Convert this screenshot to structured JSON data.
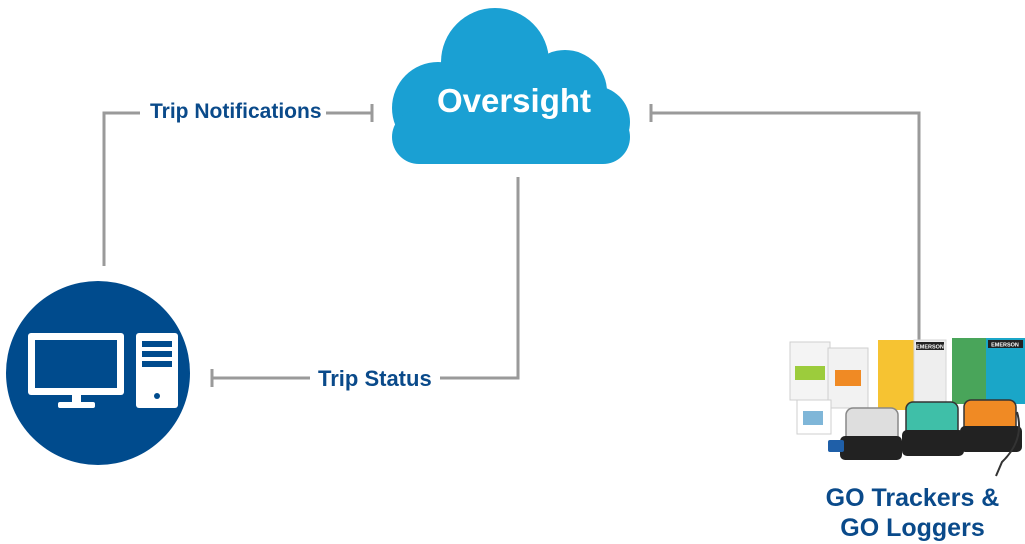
{
  "colors": {
    "brand_blue": "#004b8d",
    "label_blue": "#0a4a8a",
    "cloud_blue": "#1aa0d3",
    "connector_gray": "#9a9a9a"
  },
  "cloud": {
    "label": "Oversight",
    "icon": "cloud-icon"
  },
  "computer": {
    "icon": "desktop-computer-icon"
  },
  "devices": {
    "label_line1": "GO Trackers &",
    "label_line2": "GO Loggers",
    "brand_text": "EMERSON"
  },
  "connectors": {
    "notifications_label": "Trip Notifications",
    "status_label": "Trip Status"
  }
}
